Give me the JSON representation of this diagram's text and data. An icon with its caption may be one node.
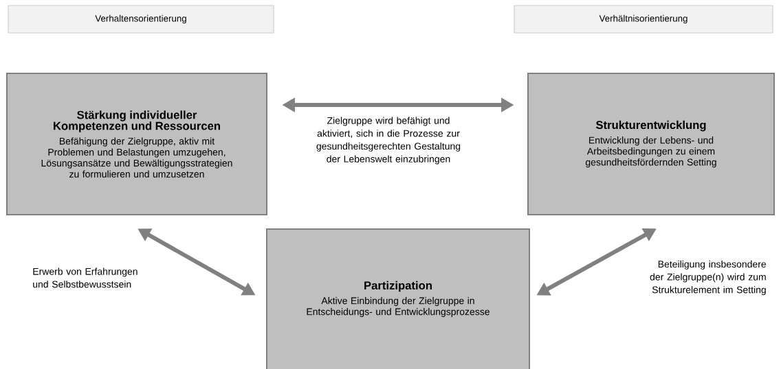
{
  "diagram": {
    "nodes": [
      {
        "text": [
          "Verhaltensorientierung"
        ]
      },
      {
        "text": [
          "Verhältnisorientierung"
        ]
      },
      {
        "text": [
          "Stärkung individueller Kompetenzen und Ressourcen",
          "Befähigung der Zielgruppe, aktiv mit Problemen und Belastungen umzugehen, Lösungsansätze und Bewältigungsstrategien zu formulieren und umzusetzen"
        ]
      },
      {
        "text": [
          "Strukturentwicklung",
          "Entwicklung der Lebens- und Arbeitsbedingungen zu einem gesundheitsfördernden Setting"
        ]
      },
      {
        "text": [
          "Partizipation",
          "Aktive Einbindung der Zielgruppe in Entscheidungs- und Entwicklungsprozesse"
        ]
      }
    ],
    "edges": [
      {
        "from": 2,
        "to": 3,
        "arrow": "both",
        "label": "Zielgruppe wird befähigt und aktiviert, sich in die Prozesse zur gesundheitsgerechten Gestaltung der Lebenswelt einzubringen"
      },
      {
        "from": 2,
        "to": 4,
        "arrow": "both",
        "label": "Erwerb von Erfahrungen und Selbstbewusstsein"
      },
      {
        "from": 4,
        "to": 3,
        "arrow": "both",
        "label": "Beteiligung insbesondere der Zielgruppe(n) wird zum Strukturelement im Setting"
      }
    ]
  }
}
